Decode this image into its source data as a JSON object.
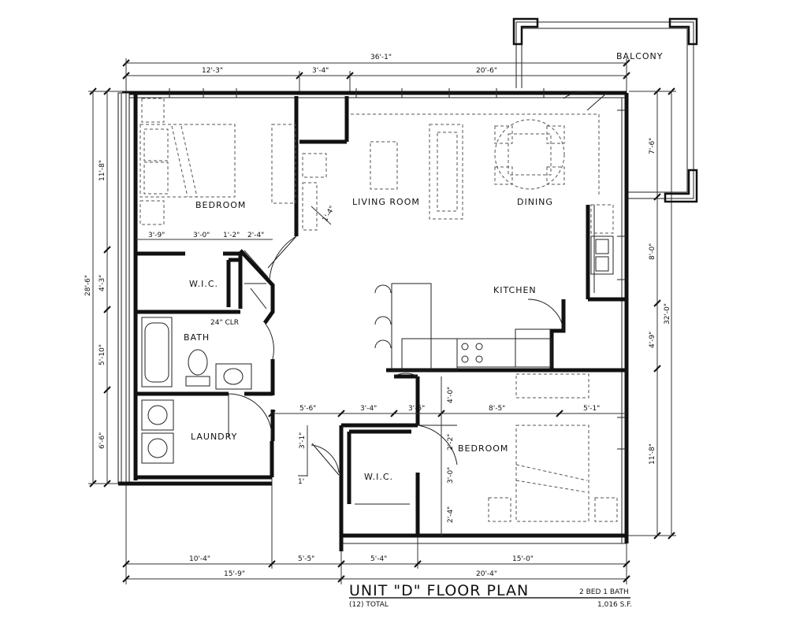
{
  "title": "UNIT \"D\" FLOOR PLAN",
  "subtitle_left": "(12) TOTAL",
  "subtitle_right_top": "2 BED 1 BATH",
  "subtitle_right_bottom": "1,016 S.F.",
  "rooms": {
    "bedroom_1": "BEDROOM",
    "living_room": "LIVING ROOM",
    "dining": "DINING",
    "kitchen": "KITCHEN",
    "wic_1": "W.I.C.",
    "bath": "BATH",
    "laundry": "LAUNDRY",
    "wic_2": "W.I.C.",
    "bedroom_2": "BEDROOM",
    "balcony": "BALCONY"
  },
  "notes": {
    "cue": "24\" CLR"
  },
  "dimensions": {
    "top_overall": "36'-1\"",
    "top_a": "12'-3\"",
    "top_b": "3'-4\"",
    "top_c": "20'-6\"",
    "left_overall": "28'-6\"",
    "left_a": "11'-8\"",
    "left_b": "4'-3\"",
    "left_c": "5'-10\"",
    "left_d": "6'-6\"",
    "right_overall": "32'-0\"",
    "right_a": "7'-6\"",
    "right_b": "8'-0\"",
    "right_c": "4'-9\"",
    "right_d": "11'-8\"",
    "bottom_overall_a": "15'-9\"",
    "bottom_overall_b": "20'-4\"",
    "bottom_a": "10'-4\"",
    "bottom_b": "5'-5\"",
    "bottom_c": "5'-4\"",
    "bottom_d": "15'-0\"",
    "wic_a": "3'-9\"",
    "wic_b": "3'-0\"",
    "wic_c": "1'-2\"",
    "wic_d": "2'-4\"",
    "mid_a": "5'-6\"",
    "mid_b": "3'-4\"",
    "mid_c": "3'-5\"",
    "mid_d": "8'-5\"",
    "mid_e": "5'-1\"",
    "bed2_a": "4'-0\"",
    "bed2_b": "2'-2\"",
    "bed2_c": "3'-0\"",
    "bed2_d": "2'-4\"",
    "laundry_a": "3'-1\"",
    "laundry_b": "1'",
    "living_note": "1'-4\""
  }
}
